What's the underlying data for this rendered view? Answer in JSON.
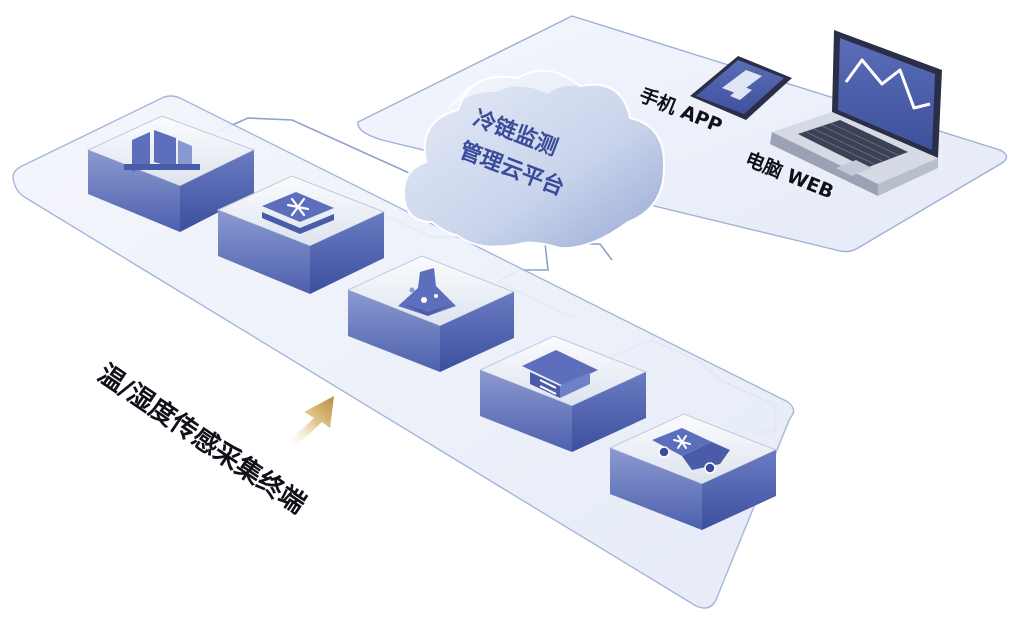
{
  "cloud": {
    "line1": "冷链监测",
    "line2": "管理云平台"
  },
  "clients": {
    "phone_label": "手机 APP",
    "pc_label": "电脑 WEB"
  },
  "sensors": {
    "label": "温/湿度传感采集终端",
    "devices": [
      {
        "icon": "office-building-icon"
      },
      {
        "icon": "freezer-snowflake-icon"
      },
      {
        "icon": "lab-flask-icon"
      },
      {
        "icon": "warehouse-icon"
      },
      {
        "icon": "refrigerated-truck-icon"
      }
    ]
  },
  "colors": {
    "accent": "#4a5fa8",
    "panel": "#eef2fb",
    "panel_stroke": "#9fb0d8",
    "cube_top": "#f2f4f8",
    "cube_side": "#5e72bd",
    "arrow_gold": "#c9a45c",
    "text": "#101018"
  }
}
